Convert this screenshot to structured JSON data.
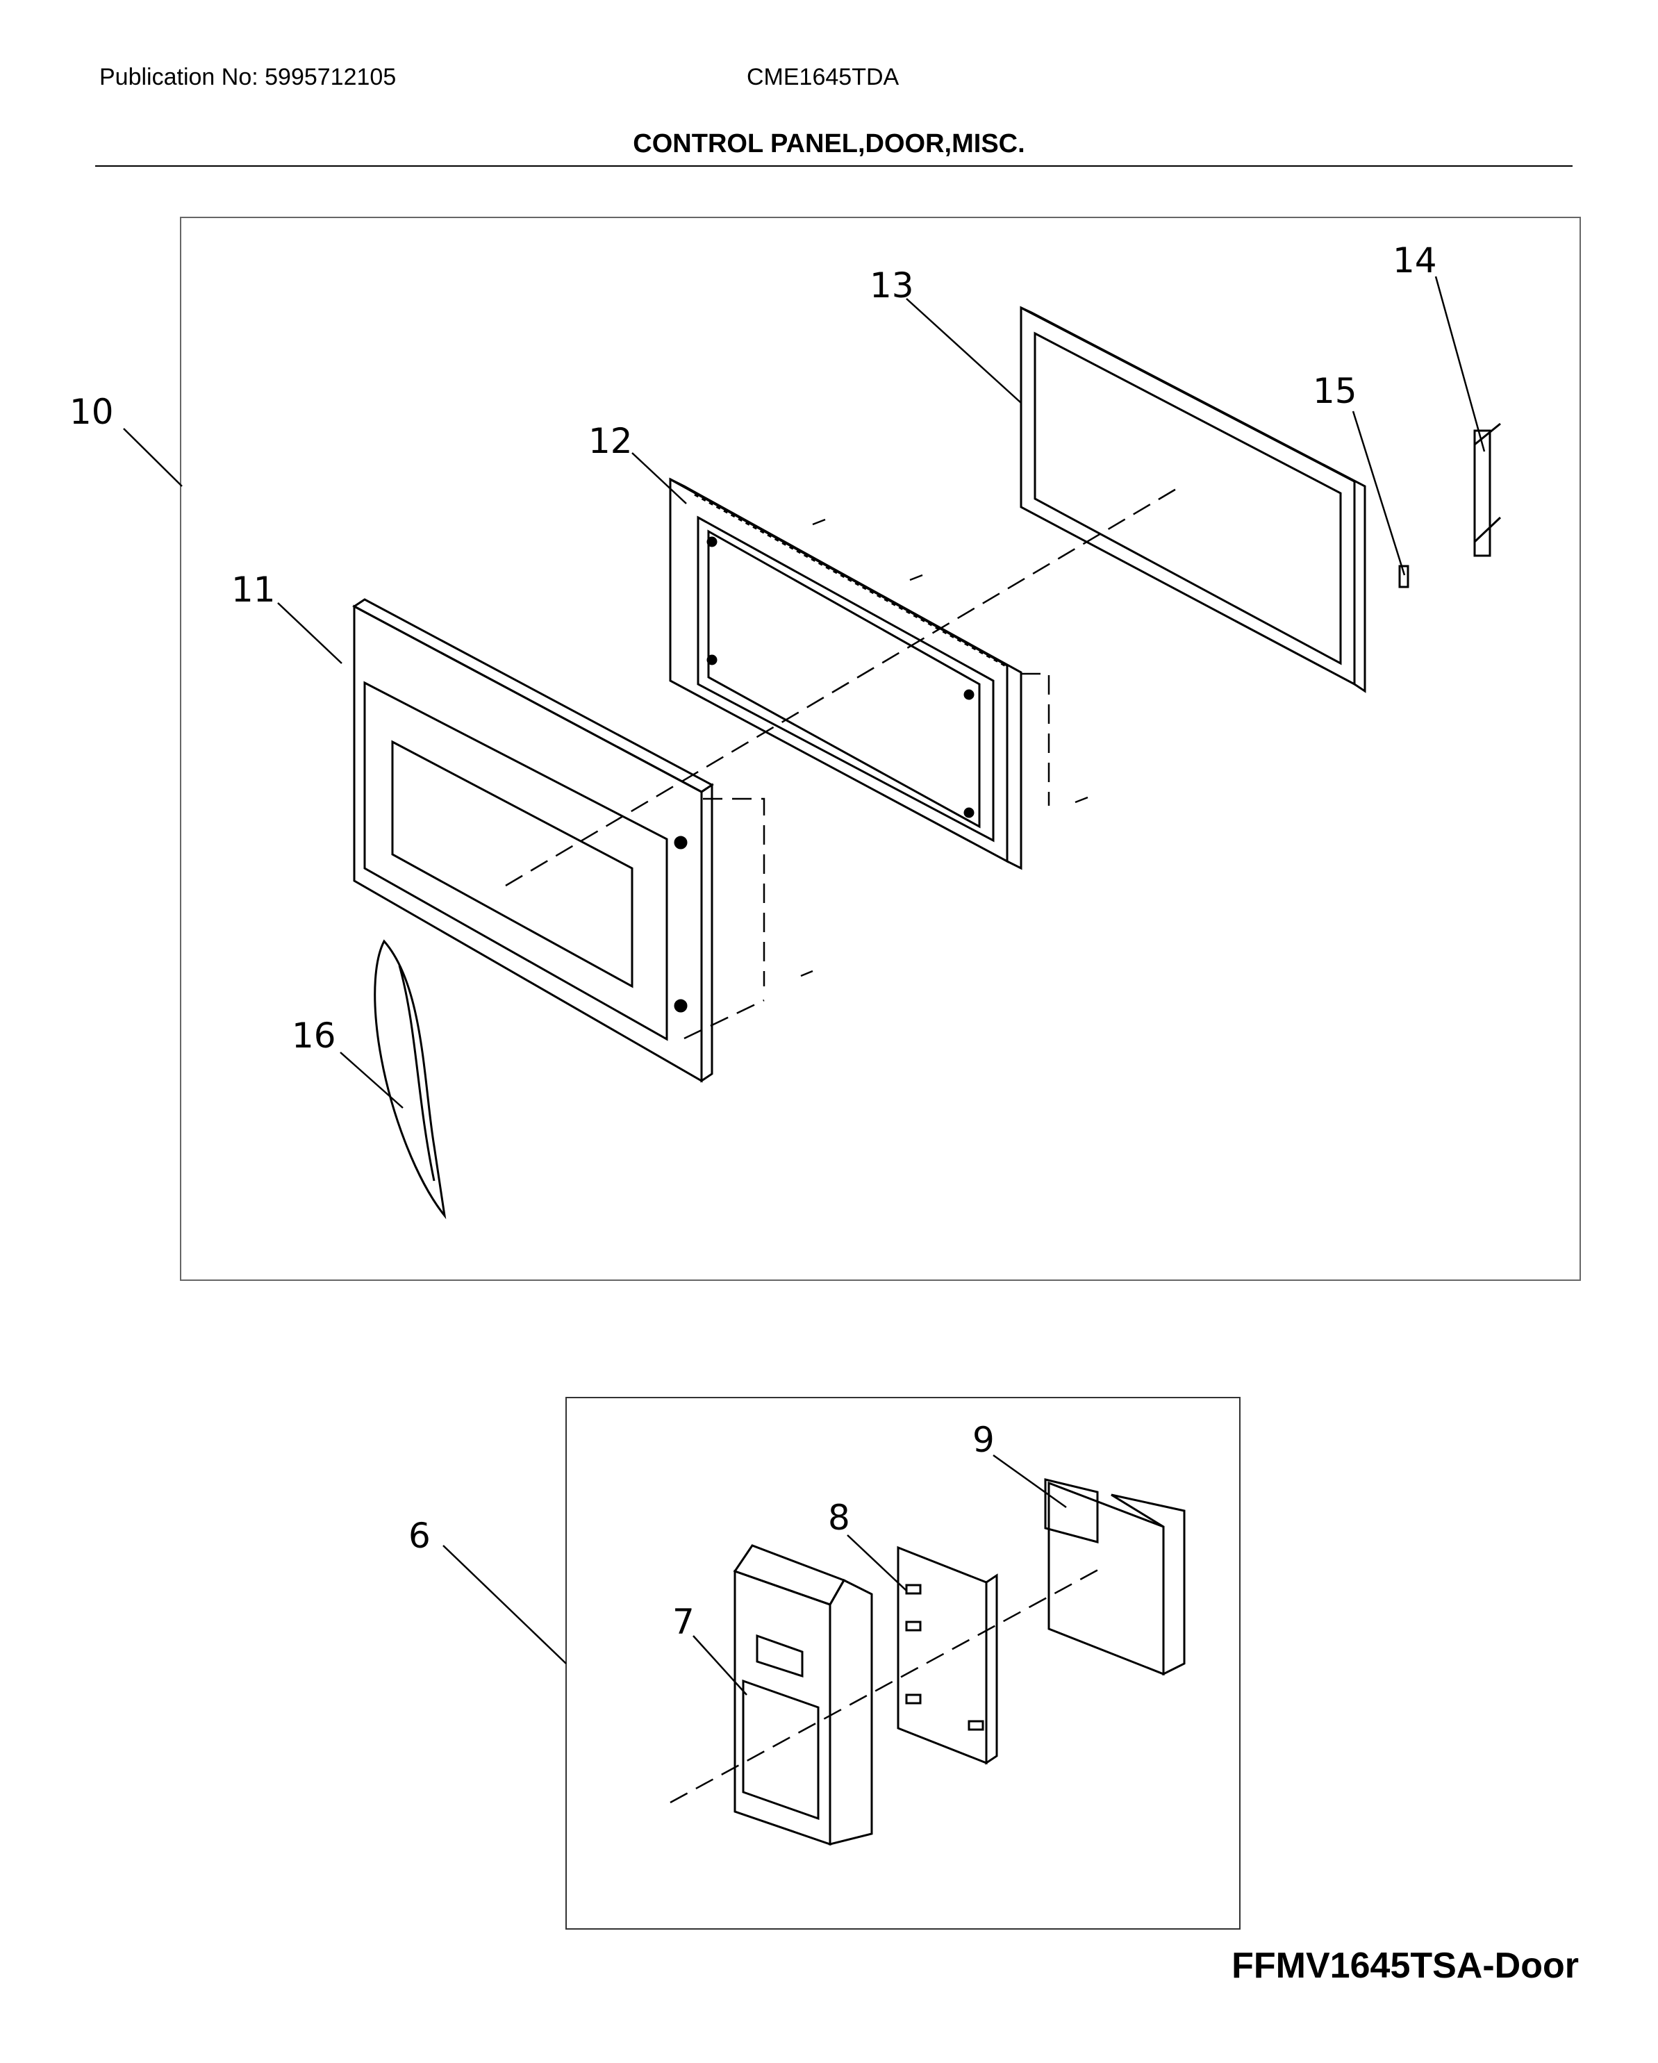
{
  "header": {
    "publication": "Publication No: 5995712105",
    "model": "CME1645TDA",
    "title": "CONTROL PANEL,DOOR,MISC."
  },
  "footer": {
    "label": "FFMV1645TSA-Door"
  },
  "callouts": [
    "10",
    "11",
    "12",
    "13",
    "14",
    "15",
    "16",
    "6",
    "7",
    "8",
    "9"
  ]
}
